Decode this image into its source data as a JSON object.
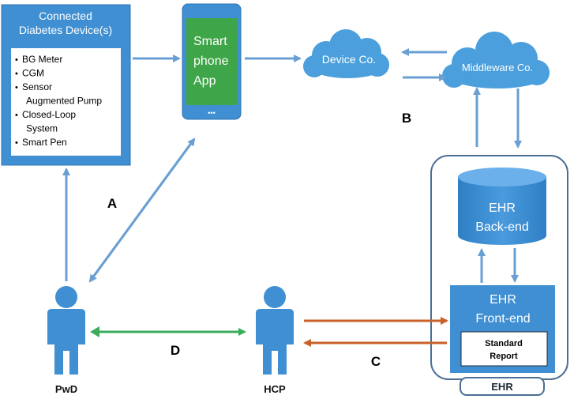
{
  "device_box": {
    "title_line1": "Connected",
    "title_line2": "Diabetes Device(s)",
    "items": [
      {
        "lines": [
          "BG Meter"
        ]
      },
      {
        "lines": [
          "CGM"
        ]
      },
      {
        "lines": [
          "Sensor",
          "Augmented Pump"
        ]
      },
      {
        "lines": [
          "Closed-Loop",
          "System"
        ]
      },
      {
        "lines": [
          "Smart Pen"
        ]
      }
    ]
  },
  "phone": {
    "line1": "Smart",
    "line2": "phone",
    "line3": "App"
  },
  "clouds": {
    "device_co": "Device Co.",
    "middleware_co": "Middleware Co."
  },
  "ehr": {
    "backend_line1": "EHR",
    "backend_line2": "Back-end",
    "frontend_line1": "EHR",
    "frontend_line2": "Front-end",
    "report_line1": "Standard",
    "report_line2": "Report",
    "container_label": "EHR"
  },
  "people": {
    "pwd": "PwD",
    "hcp": "HCP"
  },
  "edge_labels": {
    "a": "A",
    "b": "B",
    "c": "C",
    "d": "D"
  },
  "colors": {
    "blue": "#3f8fd2",
    "arrow_blue": "#6a9fd4",
    "phone_green": "#3ea548",
    "green_arrow": "#3aac5c",
    "orange_arrow": "#c8602a",
    "container_border": "#4a6f93"
  },
  "icons": {
    "bullet": "•",
    "phone_dots": "•••"
  }
}
